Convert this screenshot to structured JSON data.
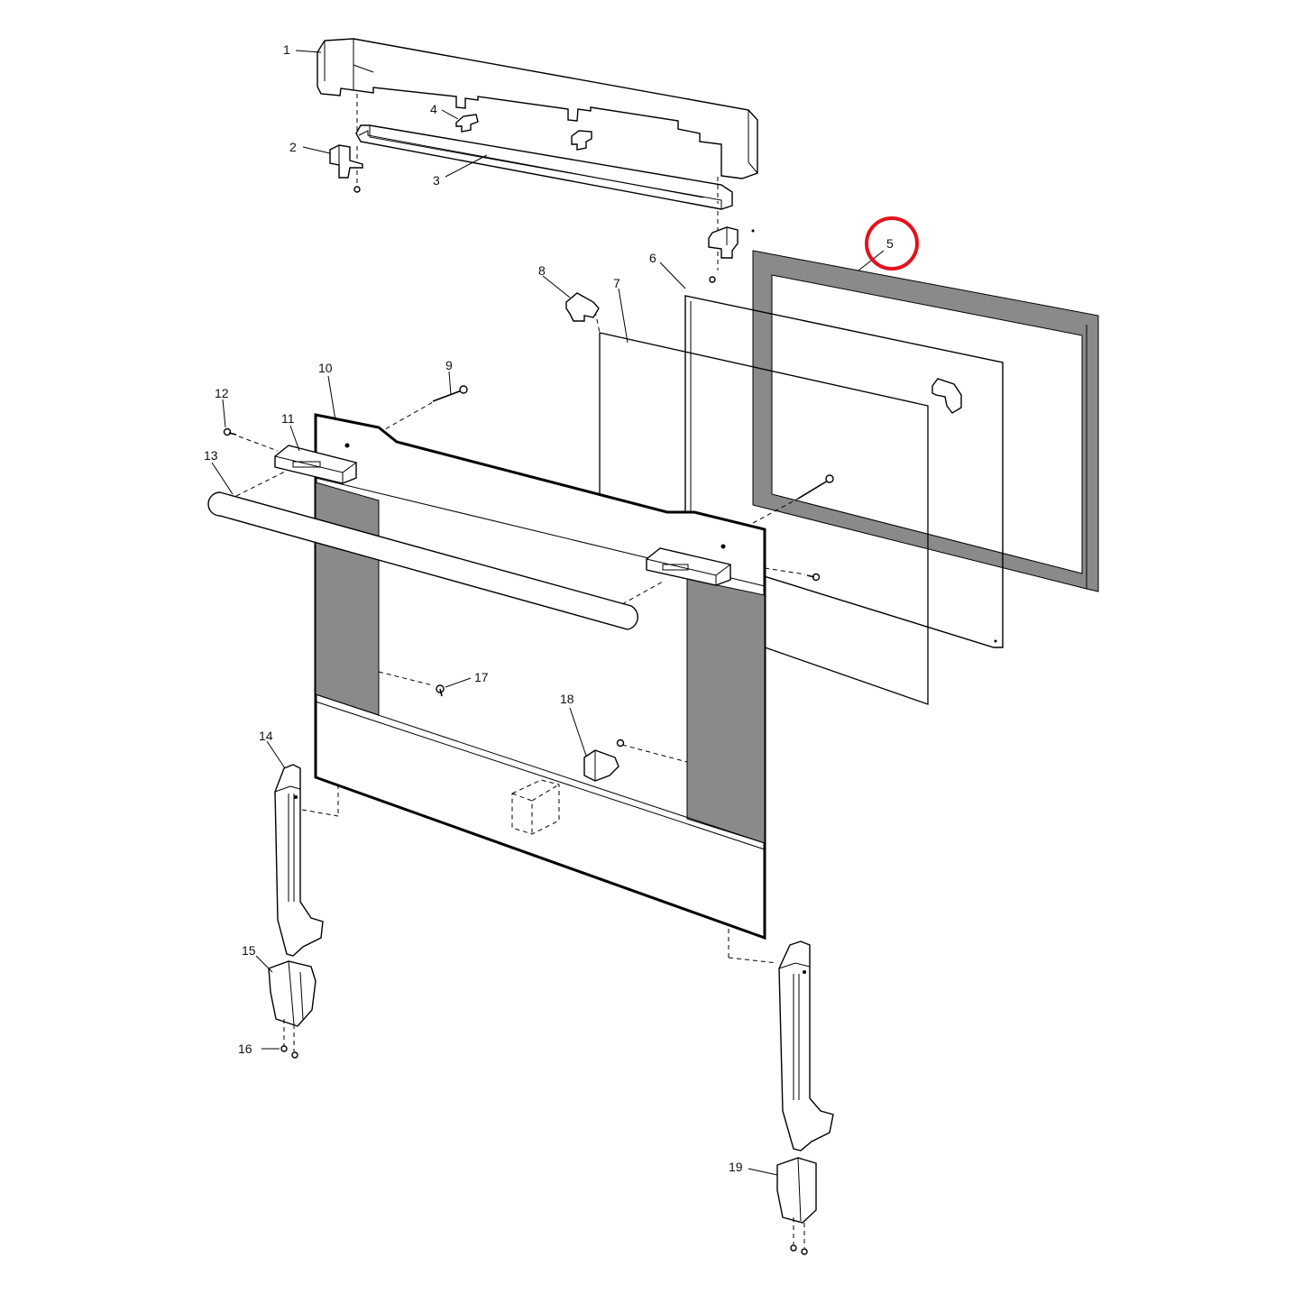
{
  "callouts": {
    "p1": "1",
    "p2": "2",
    "p3": "3",
    "p4": "4",
    "p5": "5",
    "p6": "6",
    "p7": "7",
    "p8": "8",
    "p9": "9",
    "p10": "10",
    "p11": "11",
    "p12": "12",
    "p13": "13",
    "p14": "14",
    "p15": "15",
    "p16": "16",
    "p17": "17",
    "p18": "18",
    "p19": "19"
  },
  "highlight": {
    "part": "5",
    "color": "#e3121b"
  },
  "colors": {
    "glass_frame": "#8a8a8a",
    "line": "#000000"
  }
}
